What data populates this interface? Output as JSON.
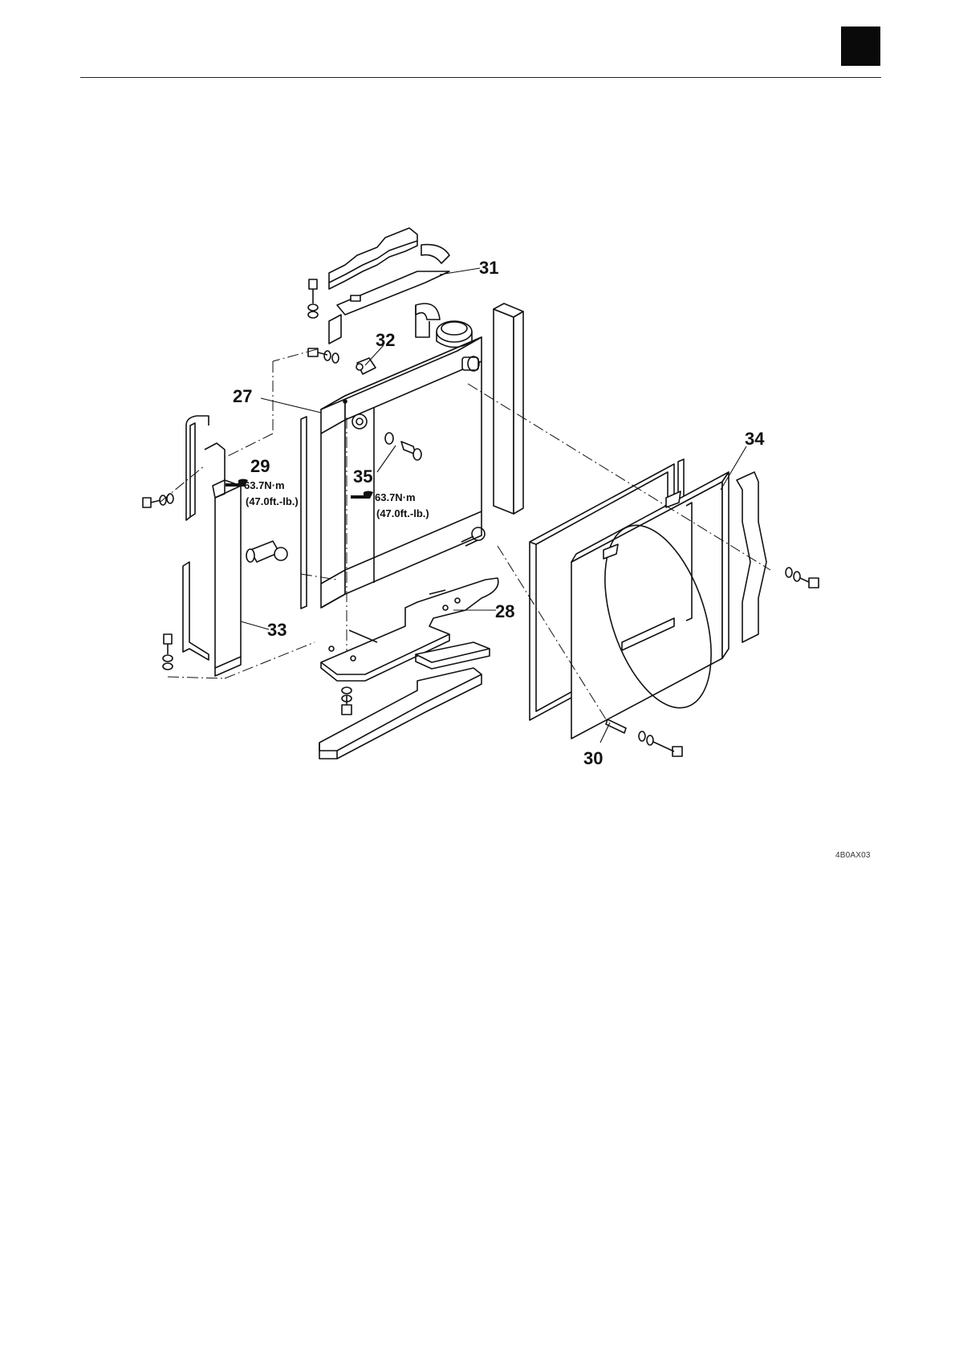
{
  "callouts": {
    "c27": "27",
    "c28": "28",
    "c29": "29",
    "c30": "30",
    "c31": "31",
    "c32": "32",
    "c33": "33",
    "c34": "34",
    "c35": "35"
  },
  "torque_left": {
    "value": "63.7N·m",
    "imperial": "(47.0ft.-lb.)"
  },
  "torque_center": {
    "value": "63.7N·m",
    "imperial": "(47.0ft.-lb.)"
  },
  "figure_code": "4B0AX03",
  "icons": [
    "wrench-icon",
    "wrench-icon"
  ],
  "colors": {
    "line": "#111111",
    "tab": "#0a0a0a",
    "paper": "#ffffff"
  }
}
